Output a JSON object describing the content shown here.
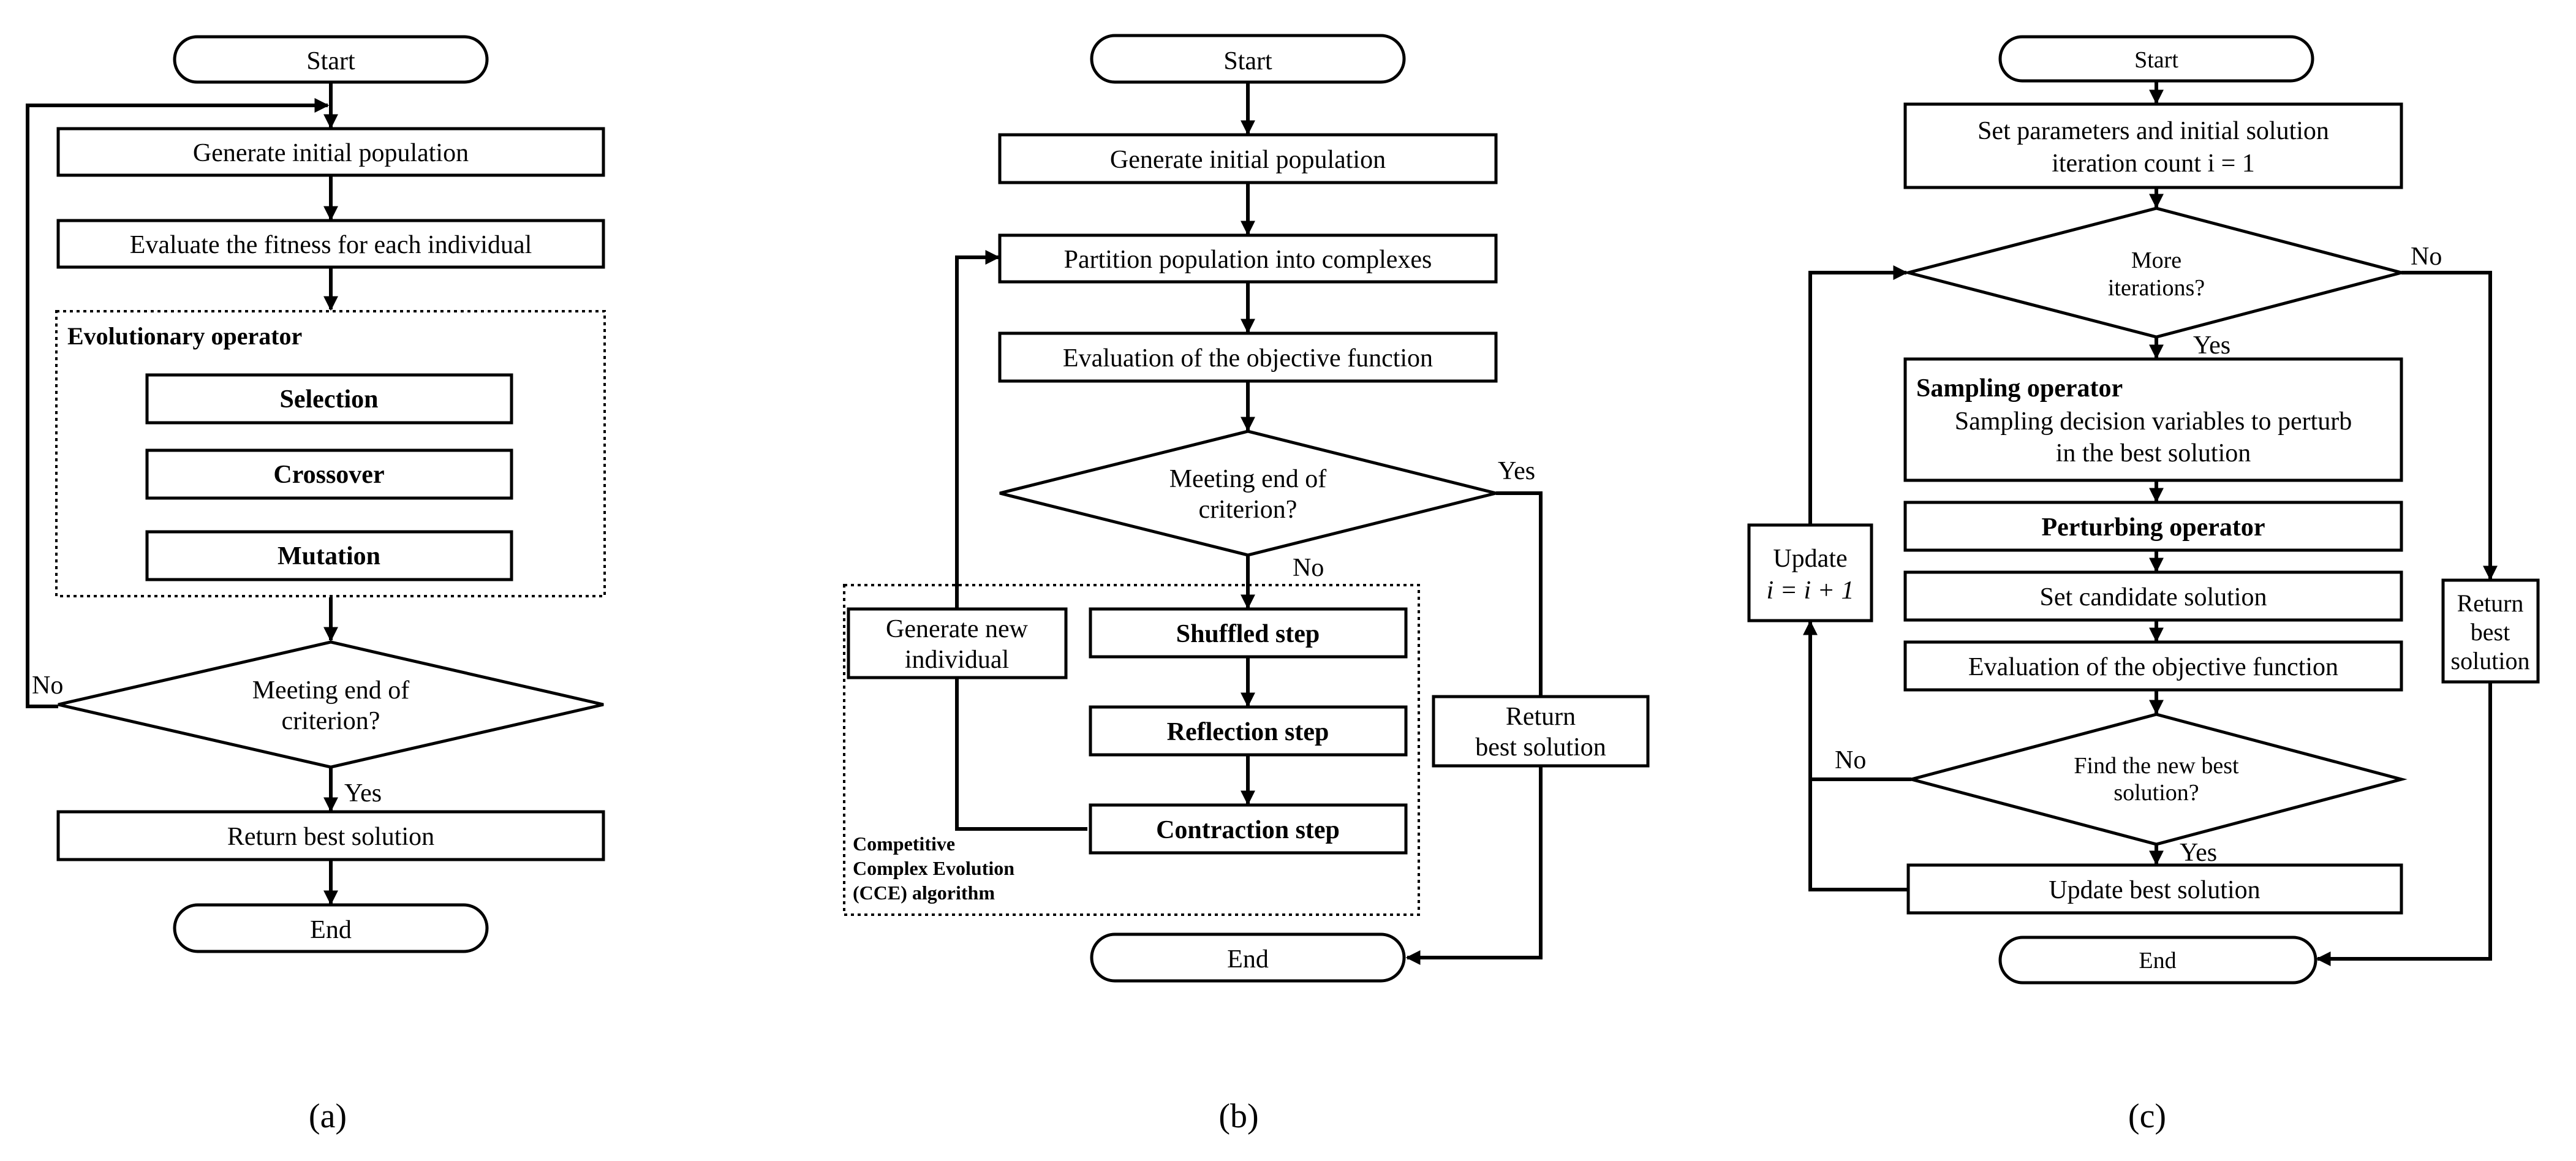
{
  "panel_a": {
    "start": "Start",
    "generate": "Generate initial population",
    "evaluate": "Evaluate the fitness for each individual",
    "evo_operator_label": "Evolutionary operator",
    "selection": "Selection",
    "crossover": "Crossover",
    "mutation": "Mutation",
    "criterion": [
      "Meeting end of",
      "criterion?"
    ],
    "no": "No",
    "yes": "Yes",
    "return": "Return best solution",
    "end": "End",
    "caption": "(a)"
  },
  "panel_b": {
    "start": "Start",
    "generate": "Generate initial population",
    "partition": "Partition population into complexes",
    "evaluation": "Evaluation of the objective function",
    "criterion": [
      "Meeting end of",
      "criterion?"
    ],
    "yes": "Yes",
    "no": "No",
    "generate_new": [
      "Generate new",
      "individual"
    ],
    "shuffled": "Shuffled step",
    "reflection": "Reflection step",
    "contraction": "Contraction step",
    "cce_label": [
      "Competitive",
      "Complex Evolution",
      "(CCE) algorithm"
    ],
    "return": [
      "Return",
      "best solution"
    ],
    "end": "End",
    "caption": "(b)"
  },
  "panel_c": {
    "start": "Start",
    "set_params": [
      "Set parameters and initial solution",
      "iteration count i = 1"
    ],
    "more_iter": [
      "More",
      "iterations?"
    ],
    "no_top": "No",
    "yes_top": "Yes",
    "sampling_title": "Sampling operator",
    "sampling_desc": [
      "Sampling decision variables to perturb",
      "in the best solution"
    ],
    "perturbing": "Perturbing operator",
    "candidate": "Set candidate solution",
    "evaluation": "Evaluation of the objective function",
    "find_best": [
      "Find the new best",
      "solution?"
    ],
    "no_bottom": "No",
    "yes_bottom": "Yes",
    "update_best": "Update best solution",
    "update_i": [
      "Update",
      "i = i + 1"
    ],
    "return": [
      "Return",
      "best",
      "solution"
    ],
    "end": "End",
    "caption": "(c)"
  }
}
